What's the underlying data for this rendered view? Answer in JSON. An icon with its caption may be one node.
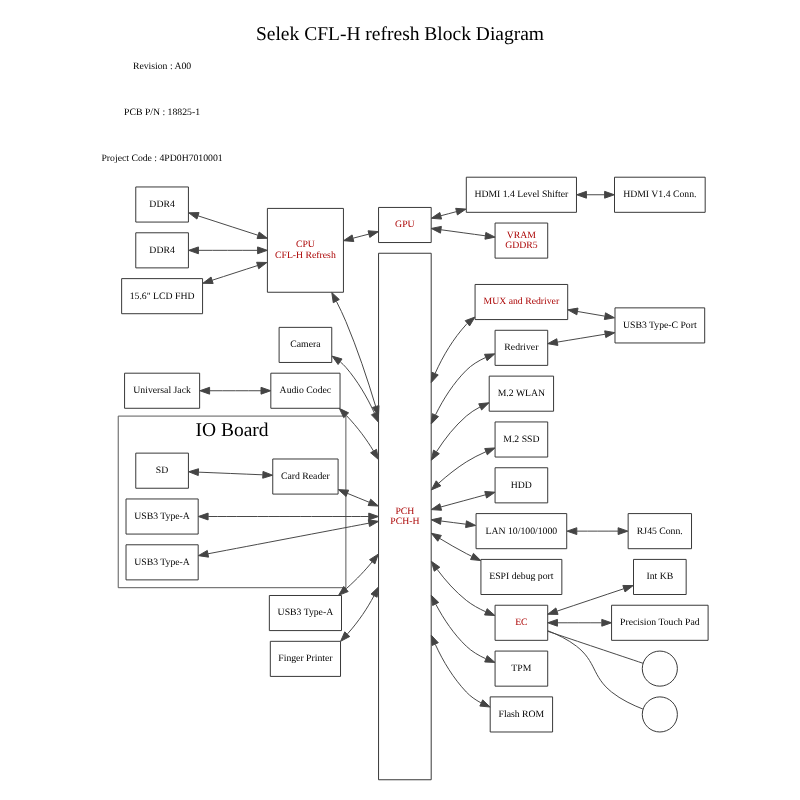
{
  "diagram": {
    "title": "Selek CFL-H refresh Block Diagram",
    "nodes": [
      {
        "text": [
          "DDR4"
        ]
      },
      {
        "text": [
          "DDR4"
        ]
      },
      {
        "text": [
          "CPU",
          "CFL-H Refresh"
        ]
      },
      {
        "text": [
          "15.6\" LCD FHD"
        ]
      },
      {
        "text": [
          "GPU"
        ]
      },
      {
        "text": [
          "HDMI 1.4 Level Shifter"
        ]
      },
      {
        "text": [
          "HDMI V1.4 Conn."
        ]
      },
      {
        "text": [
          "VRAM",
          "GDDR5"
        ]
      },
      {
        "text": [
          "MUX and Redriver"
        ]
      },
      {
        "text": [
          "USB3 Type-C Port"
        ]
      },
      {
        "text": [
          "Redriver"
        ]
      },
      {
        "text": [
          "Camera"
        ]
      },
      {
        "text": [
          "PCH",
          "PCH-H"
        ]
      },
      {
        "text": [
          "Audio Codec"
        ]
      },
      {
        "text": [
          "Universal Jack"
        ]
      },
      {
        "text": [
          "IO Board"
        ]
      },
      {
        "text": [
          "USB3 Type-A"
        ],
        "in": 15
      },
      {
        "text": [
          "USB3 Type-A"
        ],
        "in": 15
      },
      {
        "text": [
          "SD"
        ],
        "in": 15
      },
      {
        "text": [
          "Card Reader"
        ],
        "in": 15
      },
      {
        "text": [
          "USB3 Type-A"
        ]
      },
      {
        "text": [
          "Finger Printer"
        ]
      },
      {
        "text": [
          "M.2 WLAN"
        ]
      },
      {
        "text": [
          "M.2 SSD"
        ]
      },
      {
        "text": [
          "HDD"
        ]
      },
      {
        "text": [
          "LAN 10/100/1000"
        ]
      },
      {
        "text": [
          "RJ45 Conn."
        ]
      },
      {
        "text": [
          "ESPI debug port"
        ]
      },
      {
        "text": [
          "EC"
        ]
      },
      {
        "text": [
          "Int KB"
        ]
      },
      {
        "text": [
          "TPM"
        ]
      },
      {
        "text": [
          "Flash ROM"
        ]
      },
      {
        "text": [
          "Precision Touch Pad"
        ]
      },
      {
        "text": [],
        "shape": "circle"
      },
      {
        "text": [],
        "shape": "circle"
      }
    ],
    "edges": [
      {
        "from": 0,
        "to": 2,
        "arrow": "both"
      },
      {
        "from": 1,
        "to": 2,
        "arrow": "both"
      },
      {
        "from": 3,
        "to": 2,
        "arrow": "both"
      },
      {
        "from": 2,
        "to": 4,
        "arrow": "both"
      },
      {
        "from": 4,
        "to": 5,
        "arrow": "both"
      },
      {
        "from": 5,
        "to": 6,
        "arrow": "both"
      },
      {
        "from": 4,
        "to": 7,
        "arrow": "both"
      },
      {
        "from": 2,
        "to": 12,
        "arrow": "both"
      },
      {
        "from": 12,
        "to": 8,
        "arrow": "both"
      },
      {
        "from": 8,
        "to": 9,
        "arrow": "both"
      },
      {
        "from": 12,
        "to": 10,
        "arrow": "both"
      },
      {
        "from": 10,
        "to": 9,
        "arrow": "both"
      },
      {
        "from": 11,
        "to": 12,
        "arrow": "both"
      },
      {
        "from": 13,
        "to": 12,
        "arrow": "both"
      },
      {
        "from": 14,
        "to": 13,
        "arrow": "both"
      },
      {
        "from": 16,
        "to": 12,
        "arrow": "both"
      },
      {
        "from": 17,
        "to": 12,
        "arrow": "both"
      },
      {
        "from": 18,
        "to": 19,
        "arrow": "both"
      },
      {
        "from": 19,
        "to": 12,
        "arrow": "both"
      },
      {
        "from": 20,
        "to": 12,
        "arrow": "both"
      },
      {
        "from": 21,
        "to": 12,
        "arrow": "both"
      },
      {
        "from": 12,
        "to": 22,
        "arrow": "both"
      },
      {
        "from": 12,
        "to": 23,
        "arrow": "both"
      },
      {
        "from": 12,
        "to": 24,
        "arrow": "both"
      },
      {
        "from": 12,
        "to": 25,
        "arrow": "both"
      },
      {
        "from": 25,
        "to": 26,
        "arrow": "both"
      },
      {
        "from": 12,
        "to": 27,
        "arrow": "both"
      },
      {
        "from": 12,
        "to": 28,
        "arrow": "both"
      },
      {
        "from": 28,
        "to": 29,
        "arrow": "both"
      },
      {
        "from": 28,
        "to": 33,
        "arrow": "none"
      },
      {
        "from": 28,
        "to": 34,
        "arrow": "none"
      },
      {
        "from": 12,
        "to": 30,
        "arrow": "both"
      },
      {
        "from": 12,
        "to": 31,
        "arrow": "both"
      },
      {
        "from": 28,
        "to": 32,
        "arrow": "both"
      }
    ],
    "labels": [
      "Project Code : 4PD0H7010001",
      "PCB P/N : 18825-1",
      "Revision : A00"
    ]
  }
}
